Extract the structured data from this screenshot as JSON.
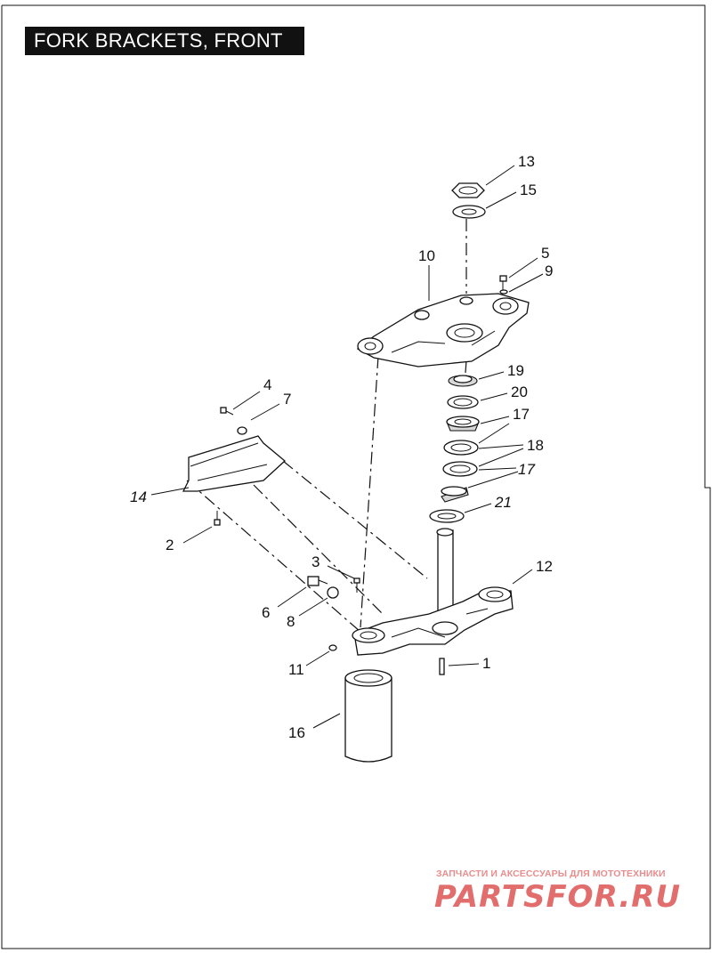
{
  "title": "FORK BRACKETS, FRONT",
  "callouts": [
    {
      "id": "callout-13",
      "label": "13"
    },
    {
      "id": "callout-15",
      "label": "15"
    },
    {
      "id": "callout-5",
      "label": "5"
    },
    {
      "id": "callout-9",
      "label": "9"
    },
    {
      "id": "callout-10",
      "label": "10"
    },
    {
      "id": "callout-19",
      "label": "19"
    },
    {
      "id": "callout-20",
      "label": "20"
    },
    {
      "id": "callout-17a",
      "label": "17"
    },
    {
      "id": "callout-18",
      "label": "18"
    },
    {
      "id": "callout-17b",
      "label": "17"
    },
    {
      "id": "callout-21",
      "label": "21"
    },
    {
      "id": "callout-4",
      "label": "4"
    },
    {
      "id": "callout-7",
      "label": "7"
    },
    {
      "id": "callout-14",
      "label": "14"
    },
    {
      "id": "callout-2",
      "label": "2"
    },
    {
      "id": "callout-3",
      "label": "3"
    },
    {
      "id": "callout-12",
      "label": "12"
    },
    {
      "id": "callout-6",
      "label": "6"
    },
    {
      "id": "callout-8",
      "label": "8"
    },
    {
      "id": "callout-11",
      "label": "11"
    },
    {
      "id": "callout-1",
      "label": "1"
    },
    {
      "id": "callout-16",
      "label": "16"
    }
  ],
  "watermark": {
    "tagline": "ЗАПЧАСТИ И АКСЕССУАРЫ ДЛЯ МОТОТЕХНИКИ",
    "logo": "PARTSFOR.RU"
  }
}
